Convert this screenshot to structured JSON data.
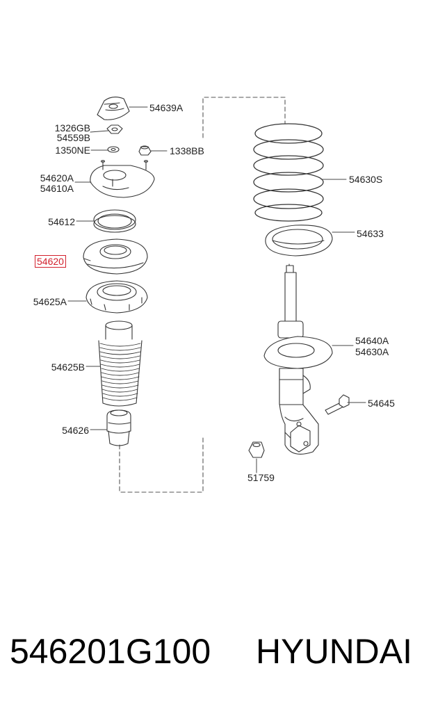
{
  "diagram": {
    "labels": {
      "p54639A": "54639A",
      "p1326GB": "1326GB",
      "p54559B": "54559B",
      "p1350NE": "1350NE",
      "p1338BB": "1338BB",
      "p54620A": "54620A",
      "p54610A": "54610A",
      "p54612": "54612",
      "p54620": "54620",
      "p54625A": "54625A",
      "p54625B": "54625B",
      "p54626": "54626",
      "p54630S": "54630S",
      "p54633": "54633",
      "p54640A": "54640A",
      "p54630A": "54630A",
      "p54645": "54645",
      "p51759": "51759"
    },
    "highlight_color": "#d21f2b"
  },
  "footer": {
    "part_number": "546201G100",
    "brand": "HYUNDAI"
  }
}
